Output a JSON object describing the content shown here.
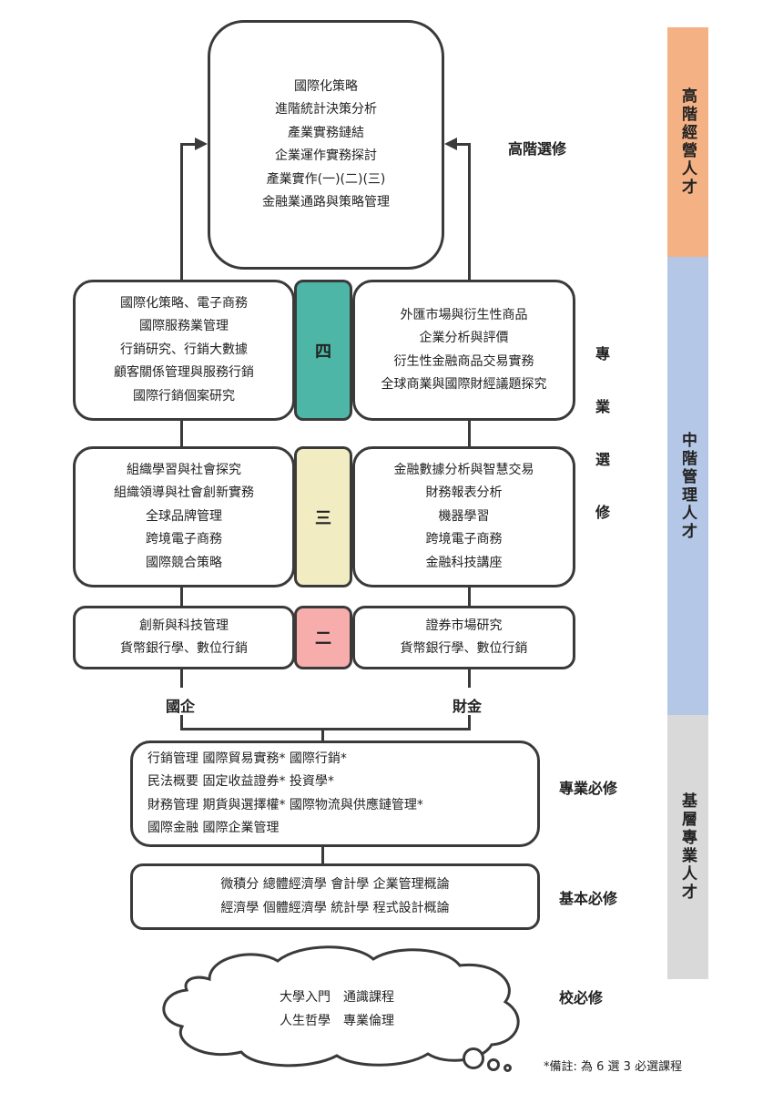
{
  "advanced": {
    "label": "高階選修",
    "courses": [
      "國際化策略",
      "進階統計決策分析",
      "產業實務鏈結",
      "企業運作實務探討",
      "產業實作(一)(二)(三)",
      "金融業通路與策略管理"
    ]
  },
  "elective_label_chars": [
    "專",
    "業",
    "選",
    "修"
  ],
  "years": [
    {
      "label": "四",
      "color": "#4db6a6",
      "left": [
        "國際化策略、電子商務",
        "國際服務業管理",
        "行銷研究、行銷大數據",
        "顧客關係管理與服務行銷",
        "國際行銷個案研究"
      ],
      "right": [
        "外匯市場與衍生性商品",
        "企業分析與評價",
        "衍生性金融商品交易實務",
        "全球商業與國際財經議題探究"
      ]
    },
    {
      "label": "三",
      "color": "#f2ecc2",
      "left": [
        "組織學習與社會探究",
        "組織領導與社會創新實務",
        "全球品牌管理",
        "跨境電子商務",
        "國際競合策略"
      ],
      "right": [
        "金融數據分析與智慧交易",
        "財務報表分析",
        "機器學習",
        "跨境電子商務",
        "金融科技講座"
      ]
    },
    {
      "label": "二",
      "color": "#f7adab",
      "left": [
        "創新與科技管理",
        "貨幣銀行學、數位行銷"
      ],
      "right": [
        "證券市場研究",
        "貨幣銀行學、數位行銷"
      ]
    }
  ],
  "tracks": {
    "left": "國企",
    "right": "財金"
  },
  "required_professional": {
    "label": "專業必修",
    "lines": [
      "行銷管理 國際貿易實務* 國際行銷*",
      "民法概要 固定收益證券* 投資學*",
      "財務管理 期貨與選擇權* 國際物流與供應鏈管理*",
      "國際金融 國際企業管理"
    ]
  },
  "required_basic": {
    "label": "基本必修",
    "lines": [
      "微積分 總體經濟學 會計學 企業管理概論",
      "經濟學 個體經濟學 統計學 程式設計概論"
    ]
  },
  "school_required": {
    "label": "校必修",
    "lines": [
      "大學入門　通識課程",
      "人生哲學　專業倫理"
    ]
  },
  "footnote": "*備註: 為 6 選 3 必選課程",
  "sidebar": [
    {
      "label": "高階經營人才",
      "color": "#f4b183"
    },
    {
      "label": "中階管理人才",
      "color": "#b4c7e7"
    },
    {
      "label": "基層專業人才",
      "color": "#d9d9d9"
    }
  ]
}
